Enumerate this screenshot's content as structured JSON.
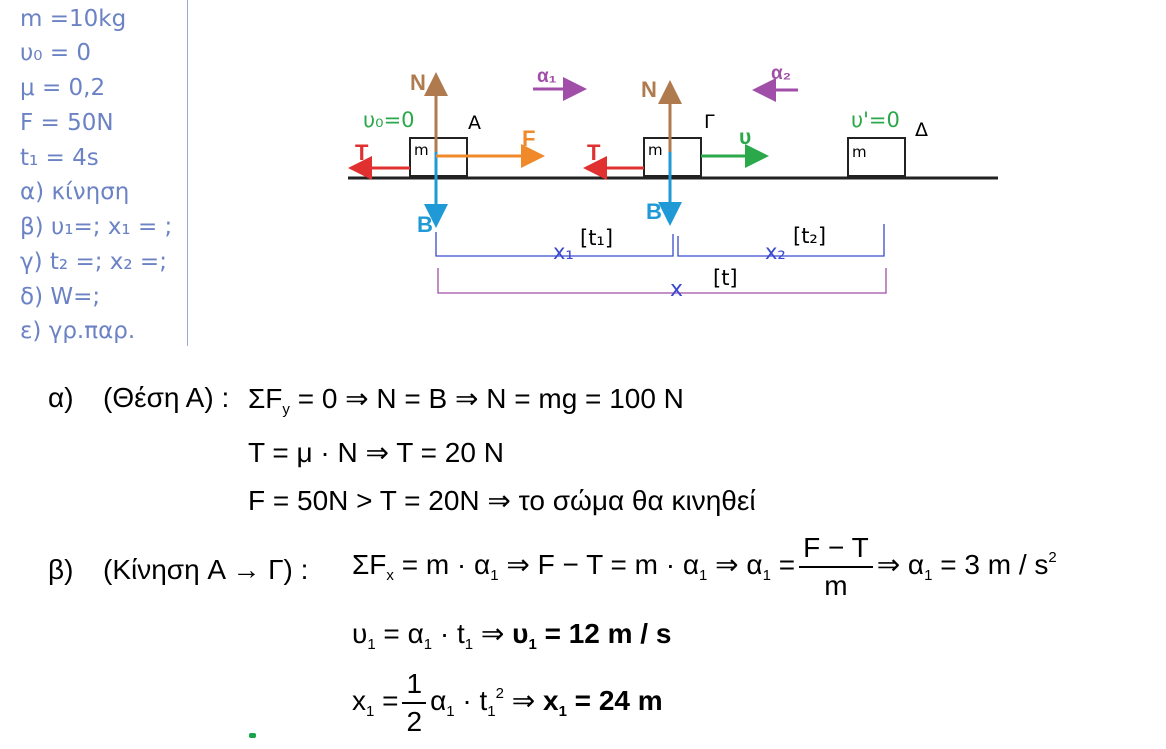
{
  "given": {
    "lines": [
      "m =10kg",
      "υ₀ = 0",
      "μ = 0,2",
      "F = 50N",
      "t₁ = 4s",
      "α) κίνηση",
      "β) υ₁=;  x₁ = ;",
      "γ) t₂ =; x₂ =;",
      "δ) W=;",
      "ε) γρ.παρ."
    ]
  },
  "diagram": {
    "labels": {
      "N_left": "N",
      "N_mid": "N",
      "a1": "α₁",
      "a2": "α₂",
      "v0": "υ₀=0",
      "A": "A",
      "F": "F",
      "T_left": "T",
      "T_mid": "T",
      "m_A": "m",
      "m_G": "m",
      "m_D": "m",
      "G": "Γ",
      "v": "υ",
      "v_prime": "υ'=0",
      "D": "Δ",
      "B_left": "B",
      "B_mid": "B",
      "x1": "x₁",
      "t1": "[t₁]",
      "x2": "x₂",
      "t2": "[t₂]",
      "x": "x",
      "t": "[t]"
    },
    "colors": {
      "normal": "#b07a4f",
      "weight": "#1f9ad6",
      "friction": "#e03030",
      "force": "#f0892a",
      "velocity": "#2aa84a",
      "accel": "#a04ea8",
      "given": "#6b82c4",
      "x1": "#3a4ad0",
      "x": "#a04ea8"
    }
  },
  "solution": {
    "a_label": "α)",
    "a_pos": "(Θέση Α) :",
    "a_l1": "ΣF<sub>y</sub> = 0 ⇒ N = B ⇒ N = mg = 100 N",
    "a_l2": "T = μ · N ⇒ T = 20 N",
    "a_l3": "F = 50N > T = 20N ⇒ το σώμα θα κινηθεί",
    "b_label": "β)",
    "b_pos": "(Κίνηση  A → Γ) :",
    "b_l1a": "ΣF<sub>x</sub> = m · α<sub>1</sub> ⇒ F − T = m · α<sub>1</sub> ⇒ α<sub>1</sub> =",
    "b_frac_num": "F − T",
    "b_frac_den": "m",
    "b_l1b": "⇒ α<sub>1</sub> = 3 m / s<sup>2</sup>",
    "b_l2a": "υ<sub>1</sub> = α<sub>1</sub> · t<sub>1</sub> ⇒",
    "b_l2b": "υ<sub>1</sub> = 12 m / s",
    "b_l3a": "x<sub>1</sub> =",
    "b_half_num": "1",
    "b_half_den": "2",
    "b_l3b": "α<sub>1</sub> · t<sub>1</sub><sup>2</sup> ⇒",
    "b_l3c": "x<sub>1</sub> = 24 m"
  }
}
